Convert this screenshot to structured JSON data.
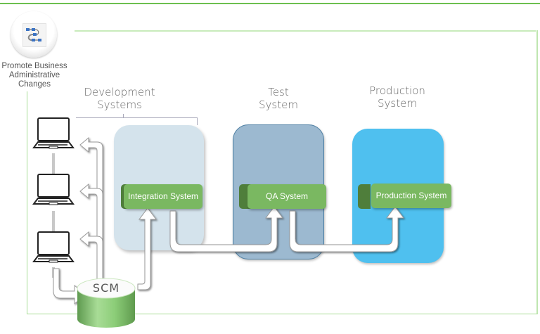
{
  "header": {
    "badge_icon": "workflow-diagram-icon",
    "badge_label_lines": [
      "Promote Business",
      "Administrative",
      "Changes"
    ]
  },
  "sections": {
    "development": {
      "label_lines": [
        "Development",
        "Systems"
      ]
    },
    "test": {
      "label_lines": [
        "Test",
        "System"
      ]
    },
    "production": {
      "label_lines": [
        "Production",
        "System"
      ]
    }
  },
  "systems": {
    "integration": "Integration System",
    "qa": "QA System",
    "production": "Production System"
  },
  "repository": {
    "label": "SCM"
  },
  "workstations": {
    "count": 3,
    "icon": "laptop-icon"
  },
  "colors": {
    "accent_green": "#6cbf4f",
    "system_box": "#7ab861",
    "dev_env": "#d4e3ec",
    "test_env": "#9cb9d0",
    "prod_env": "#4fc0ef",
    "scm_green": "#8fcf80"
  }
}
